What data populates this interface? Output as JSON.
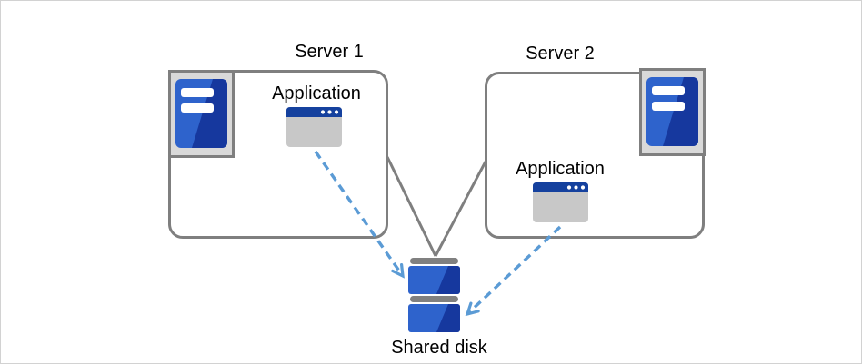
{
  "diagram": {
    "servers": [
      {
        "label": "Server 1",
        "application_label": "Application",
        "server_icon": "server-tower-icon",
        "application_icon": "application-window-icon"
      },
      {
        "label": "Server 2",
        "application_label": "Application",
        "server_icon": "server-tower-icon",
        "application_icon": "application-window-icon"
      }
    ],
    "shared_disk": {
      "label": "Shared disk",
      "icon": "shared-disk-icon"
    },
    "connections": [
      {
        "from": "Server 1 box",
        "to": "Shared disk",
        "style": "solid-gray-line"
      },
      {
        "from": "Server 2 box",
        "to": "Shared disk",
        "style": "solid-gray-line"
      },
      {
        "from": "Application in Server 1",
        "to": "Shared disk",
        "style": "dashed-blue-arrow"
      },
      {
        "from": "Application in Server 2",
        "to": "Shared disk",
        "style": "dashed-blue-arrow"
      }
    ]
  },
  "colors": {
    "box_border_gray": "#7f7f7f",
    "connector_gray": "#7f7f7f",
    "dashed_arrow_blue": "#5b9bd5",
    "icon_blue_light": "#2e63cc",
    "icon_blue_dark": "#16389e",
    "app_titlebar_blue": "#15419e",
    "app_body_gray": "#c8c8c8",
    "server_tray_gray": "#d9d9d9",
    "disk_bar_gray": "#808080",
    "canvas_border_gray": "#d2d2d2",
    "text_black": "#000000",
    "background_white": "#ffffff"
  }
}
